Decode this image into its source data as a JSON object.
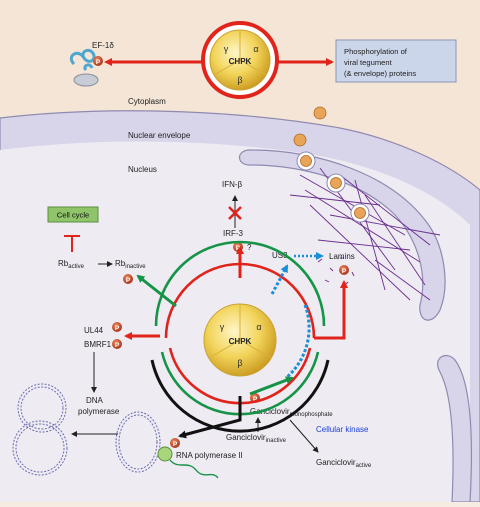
{
  "colors": {
    "background": "#f6ece2",
    "cytoplasm": "#f4e4d5",
    "envelope": "#d6d3e8",
    "envelope_edge": "#8f8ab0",
    "nucleus": "#eeebf2",
    "red": "#e0241b",
    "green": "#159447",
    "blue": "#1a8fd8",
    "black": "#111111",
    "phospho": "#c44f2a",
    "gold": "#e8c33a",
    "cell_cycle_fill": "#8fc46a",
    "label_box": "#ccd6ea",
    "ctd_bar": "#6b2d8e"
  },
  "labels": {
    "top_kinase": "CHPK",
    "center_kinase": "CHPK",
    "subunit_gamma": "γ",
    "subunit_alpha": "α",
    "subunit_beta": "β",
    "ef1d": "EF-1δ",
    "viral_box_line1": "Phosphorylation of",
    "viral_box_line2": "viral tegument",
    "viral_box_line3": "(& envelope) proteins",
    "cytoplasm": "Cytoplasm",
    "nuclear_envelope": "Nuclear envelope",
    "nucleus": "Nucleus",
    "ifn": "IFN-β",
    "irf3": "IRF-3",
    "question": "?",
    "cell_cycle": "Cell cycle",
    "rb_active": "Rb",
    "rb_active_sub": "active",
    "rb_inactive": "Rb",
    "rb_inactive_sub": "inactive",
    "us3": "US3",
    "lamins": "Lamins",
    "ul44": "UL44",
    "bmrf1": "BMRF1",
    "dna_pol_line1": "DNA",
    "dna_pol_line2": "polymerase",
    "ganci_mono": "Ganciclovir",
    "ganci_mono_sub": "monophosphate",
    "ganci_inactive": "Ganciclovir",
    "ganci_inactive_sub": "inactive",
    "ganci_active": "Ganciclovir",
    "ganci_active_sub": "active",
    "cellular_kinase": "Cellular kinase",
    "rna_pol": "RNA polymerase II",
    "phospho_letter": "P"
  }
}
